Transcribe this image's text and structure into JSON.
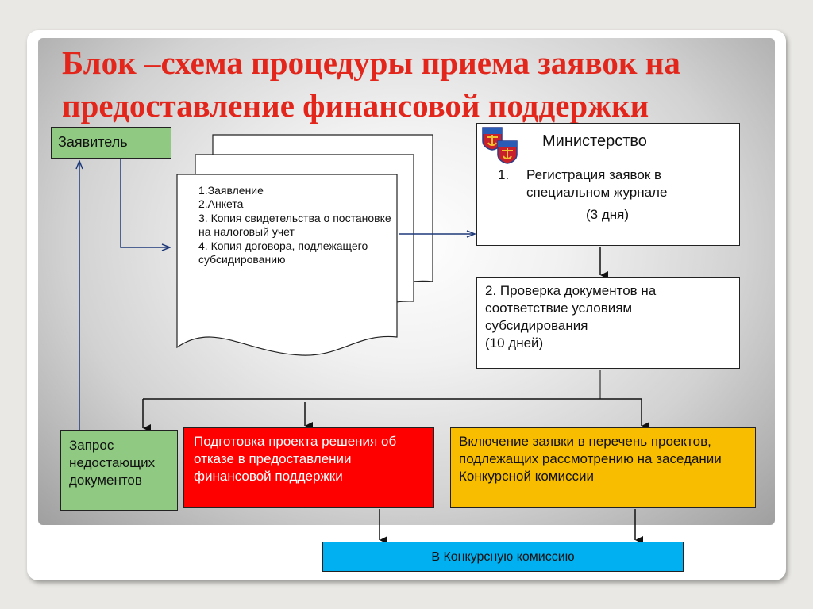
{
  "title": "Блок –схема процедуры приема заявок на предоставление финансовой поддержки",
  "applicant": "Заявитель",
  "documents": {
    "items": [
      "1.Заявление",
      "2.Анкета",
      "3. Копия свидетельства о постановке на налоговый учет",
      "4. Копия договора, подлежащего субсидированию"
    ]
  },
  "ministry": {
    "title": "Министерство",
    "step1_number": "1.",
    "step1_text": "Регистрация заявок в специальном журнале",
    "step1_duration": "(3 дня)"
  },
  "check": {
    "text": "2. Проверка документов на соответствие условиям субсидирования",
    "duration": "(10 дней)"
  },
  "request": "Запрос недостающих документов",
  "refusal": "Подготовка проекта решения об отказе в предоставлении финансовой поддержки",
  "inclusion": "Включение заявки в перечень проектов, подлежащих рассмотрению на заседании Конкурсной комиссии",
  "commission": "В Конкурсную комиссию",
  "colors": {
    "title": "#e3261c",
    "green": "#8fc982",
    "red": "#ff0000",
    "orange": "#f9bd00",
    "blue": "#00b0f0",
    "connector": "#1f3a7a"
  },
  "icons": [
    "emblem-icon"
  ]
}
